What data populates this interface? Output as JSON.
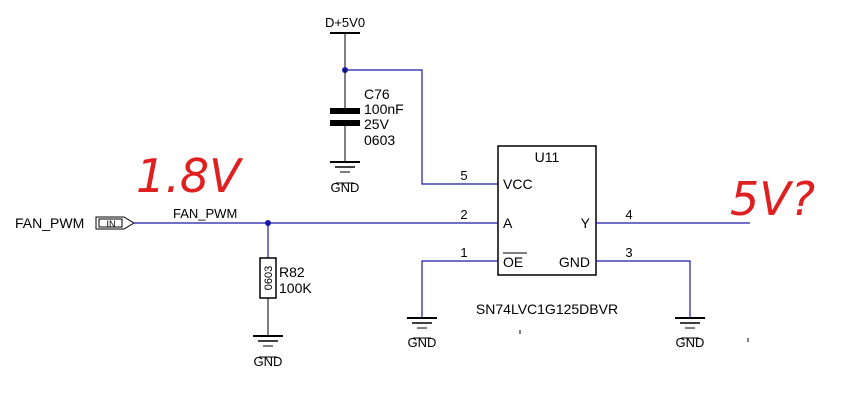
{
  "power": {
    "rail_label": "D+5V0"
  },
  "capacitor": {
    "ref": "C76",
    "value": "100nF",
    "voltage": "25V",
    "package": "0603"
  },
  "ground_label": "GND",
  "input_port": {
    "label": "FAN_PWM",
    "direction": "IN"
  },
  "net_label": "FAN_PWM",
  "resistor": {
    "ref": "R82",
    "value": "100K",
    "package": "0603"
  },
  "ic": {
    "ref": "U11",
    "part": "SN74LVC1G125DBVR",
    "pins": {
      "vcc": {
        "number": "5",
        "name": "VCC"
      },
      "a": {
        "number": "2",
        "name": "A"
      },
      "oe": {
        "number": "1",
        "name": "OE"
      },
      "y": {
        "number": "4",
        "name": "Y"
      },
      "gnd": {
        "number": "3",
        "name": "GND"
      }
    }
  },
  "annotations": {
    "input_level": "1.8V",
    "output_level": "5V?"
  },
  "colors": {
    "wire": "#1a1aa8",
    "ink": "#000000",
    "annotation": "#e02020",
    "junction": "#1a1aa8"
  }
}
